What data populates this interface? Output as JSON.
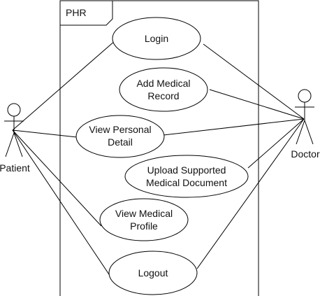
{
  "system": {
    "name": "PHR"
  },
  "actors": {
    "patient": {
      "label": "Patient"
    },
    "doctor": {
      "label": "Doctor"
    }
  },
  "use_cases": {
    "login": {
      "lines": [
        "Login"
      ]
    },
    "add_medical_record": {
      "lines": [
        "Add Medical",
        "Record"
      ]
    },
    "view_personal_detail": {
      "lines": [
        "View Personal",
        "Detail"
      ]
    },
    "upload_supported_medical_document": {
      "lines": [
        "Upload Supported",
        "Medical Document"
      ]
    },
    "view_medical_profile": {
      "lines": [
        "View Medical",
        "Profile"
      ]
    },
    "logout": {
      "lines": [
        "Logout"
      ]
    }
  }
}
